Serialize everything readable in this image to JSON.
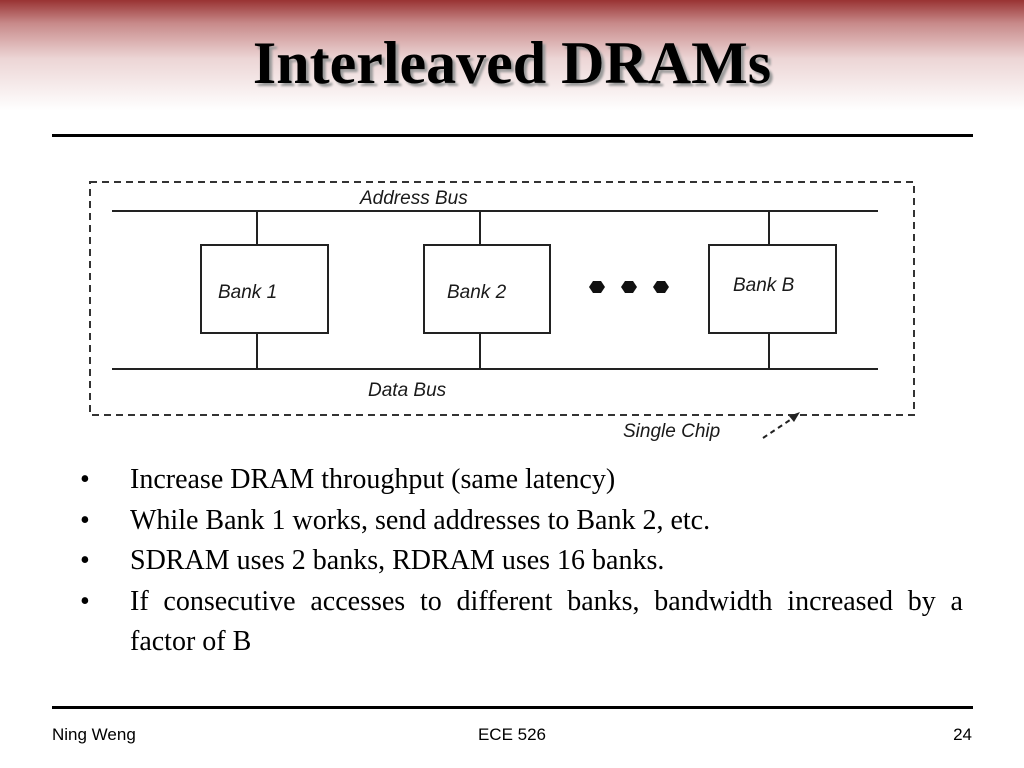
{
  "slide": {
    "title": "Interleaved DRAMs"
  },
  "diagram": {
    "address_bus_label": "Address Bus",
    "data_bus_label": "Data Bus",
    "chip_label": "Single Chip",
    "banks": [
      "Bank 1",
      "Bank 2",
      "Bank B"
    ]
  },
  "bullets": [
    "Increase DRAM throughput (same latency)",
    "While Bank 1 works, send addresses to Bank 2, etc.",
    "SDRAM uses 2 banks, RDRAM uses 16 banks.",
    "If consecutive accesses to different banks, bandwidth increased by a factor of B"
  ],
  "bullet_symbol": "•",
  "footer": {
    "author": "Ning Weng",
    "course": "ECE 526",
    "page_number": "24"
  },
  "colors": {
    "header_gradient_top": "#993333",
    "text": "#000000"
  }
}
